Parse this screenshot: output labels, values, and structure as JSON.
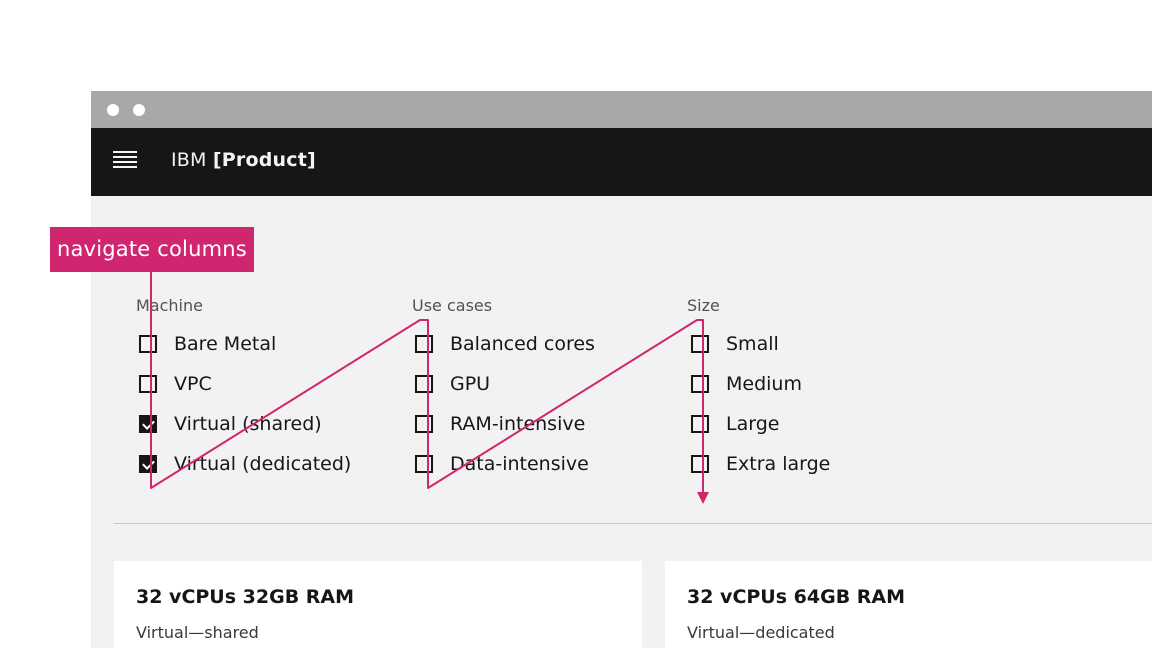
{
  "window": {
    "brand_prefix": "IBM",
    "brand_product": "[Product]"
  },
  "filters": {
    "columns": [
      {
        "heading": "Machine",
        "options": [
          {
            "label": "Bare Metal",
            "checked": false
          },
          {
            "label": "VPC",
            "checked": false
          },
          {
            "label": "Virtual (shared)",
            "checked": true
          },
          {
            "label": "Virtual (dedicated)",
            "checked": true
          }
        ]
      },
      {
        "heading": "Use cases",
        "options": [
          {
            "label": "Balanced cores",
            "checked": false
          },
          {
            "label": "GPU",
            "checked": false
          },
          {
            "label": "RAM-intensive",
            "checked": false
          },
          {
            "label": "Data-intensive",
            "checked": false
          }
        ]
      },
      {
        "heading": "Size",
        "options": [
          {
            "label": "Small",
            "checked": false
          },
          {
            "label": "Medium",
            "checked": false
          },
          {
            "label": "Large",
            "checked": false
          },
          {
            "label": "Extra large",
            "checked": false
          }
        ]
      }
    ]
  },
  "results": [
    {
      "title": "32 vCPUs 32GB RAM",
      "subtitle": "Virtual—shared"
    },
    {
      "title": "32 vCPUs 64GB RAM",
      "subtitle": "Virtual—dedicated"
    }
  ],
  "annotation": {
    "label": "navigate columns",
    "color": "#d02670"
  },
  "icons": {
    "menu": "hamburger-menu-icon",
    "checkbox": "checkbox-icon"
  }
}
